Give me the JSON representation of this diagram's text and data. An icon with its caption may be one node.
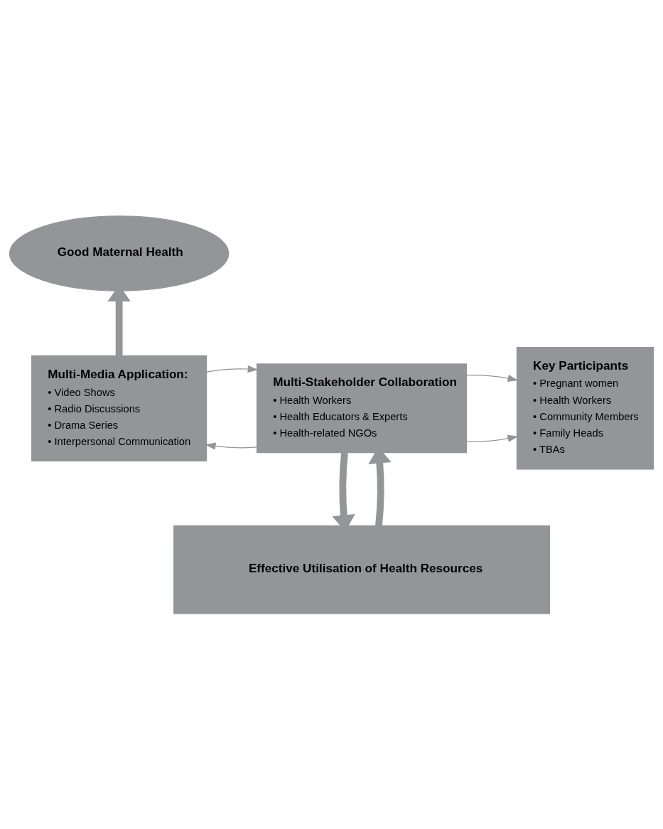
{
  "diagram": {
    "nodes": [
      {
        "text": [
          "Good Maternal Health"
        ]
      },
      {
        "text": [
          "Multi-Media Application:",
          "• Video Shows",
          "• Radio Discussions",
          "• Drama Series",
          "• Interpersonal Communication"
        ]
      },
      {
        "text": [
          "Multi-Stakeholder Collaboration",
          "• Health Workers",
          "• Health Educators & Experts",
          "• Health-related NGOs"
        ]
      },
      {
        "text": [
          "Key Participants",
          "• Pregnant women",
          "• Health Workers",
          "• Community Members",
          "• Family Heads",
          "• TBAs"
        ]
      },
      {
        "text": [
          "Effective Utilisation of Health Resources"
        ]
      }
    ],
    "edges": [
      {
        "from": 1,
        "to": 0,
        "arrow": "to",
        "style": "thick"
      },
      {
        "from": 2,
        "to": 1,
        "arrow": "to"
      },
      {
        "from": 1,
        "to": 2,
        "arrow": "to"
      },
      {
        "from": 2,
        "to": 3,
        "arrow": "to"
      },
      {
        "from": 2,
        "to": 3,
        "arrow": "to"
      },
      {
        "from": 4,
        "to": 2,
        "arrow": "to",
        "style": "thick"
      },
      {
        "from": 2,
        "to": 4,
        "arrow": "to",
        "style": "thick"
      }
    ]
  }
}
